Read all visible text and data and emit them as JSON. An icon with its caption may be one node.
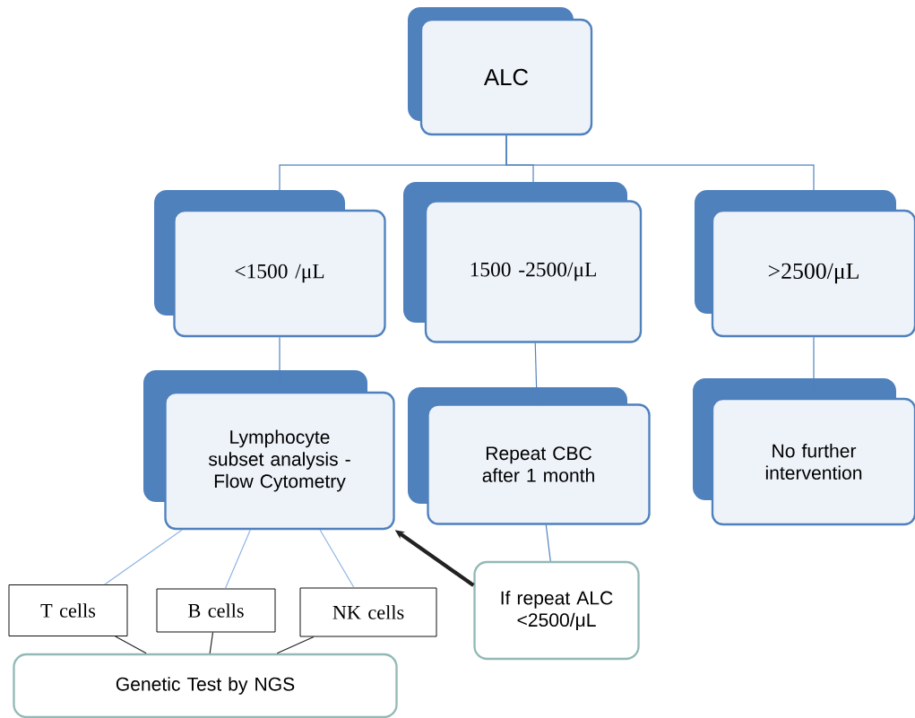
{
  "diagram": {
    "nodes": [
      {
        "text": [
          "ALC"
        ]
      },
      {
        "text": [
          "<1500 /μL"
        ]
      },
      {
        "text": [
          "1500 -2500/μL"
        ]
      },
      {
        "text": [
          ">2500/μL"
        ]
      },
      {
        "text": [
          "Lymphocyte subset analysis - Flow Cytometry"
        ]
      },
      {
        "text": [
          "Repeat CBC after 1 month"
        ]
      },
      {
        "text": [
          "No further intervention"
        ]
      },
      {
        "text": [
          "T cells"
        ]
      },
      {
        "text": [
          "B cells"
        ]
      },
      {
        "text": [
          "NK cells"
        ]
      },
      {
        "text": [
          "Genetic Test by NGS"
        ]
      },
      {
        "text": [
          "If repeat ALC <2500/μL"
        ]
      }
    ],
    "edges": [
      {
        "from": 0,
        "to": 1,
        "arrow": "none"
      },
      {
        "from": 0,
        "to": 2,
        "arrow": "none"
      },
      {
        "from": 0,
        "to": 3,
        "arrow": "none"
      },
      {
        "from": 1,
        "to": 4,
        "arrow": "none"
      },
      {
        "from": 2,
        "to": 5,
        "arrow": "none"
      },
      {
        "from": 3,
        "to": 6,
        "arrow": "none"
      },
      {
        "from": 4,
        "to": 7,
        "arrow": "none",
        "color": "#8db3e2"
      },
      {
        "from": 4,
        "to": 8,
        "arrow": "none",
        "color": "#8db3e2"
      },
      {
        "from": 4,
        "to": 9,
        "arrow": "none",
        "color": "#8db3e2"
      },
      {
        "from": 7,
        "to": 10,
        "arrow": "none",
        "color": "#222222"
      },
      {
        "from": 8,
        "to": 10,
        "arrow": "none",
        "color": "#222222"
      },
      {
        "from": 9,
        "to": 10,
        "arrow": "none",
        "color": "#222222"
      },
      {
        "from": 11,
        "to": 4,
        "arrow": "to",
        "style": "thick",
        "color": "#222222"
      },
      {
        "from": 5,
        "to": 11,
        "arrow": "none"
      }
    ]
  }
}
